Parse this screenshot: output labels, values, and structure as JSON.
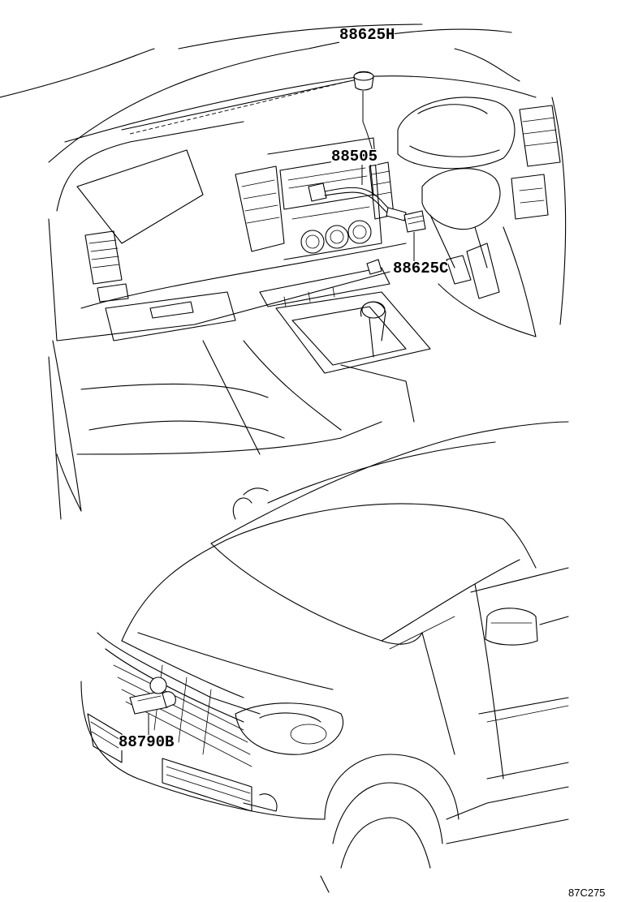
{
  "diagram": {
    "callouts": [
      {
        "id": "clip-top",
        "part_number": "88625H"
      },
      {
        "id": "wire-harness",
        "part_number": "88505"
      },
      {
        "id": "clip-side",
        "part_number": "88625C"
      },
      {
        "id": "sensor-front",
        "part_number": "88790B"
      }
    ],
    "figure_code": "87C275"
  }
}
